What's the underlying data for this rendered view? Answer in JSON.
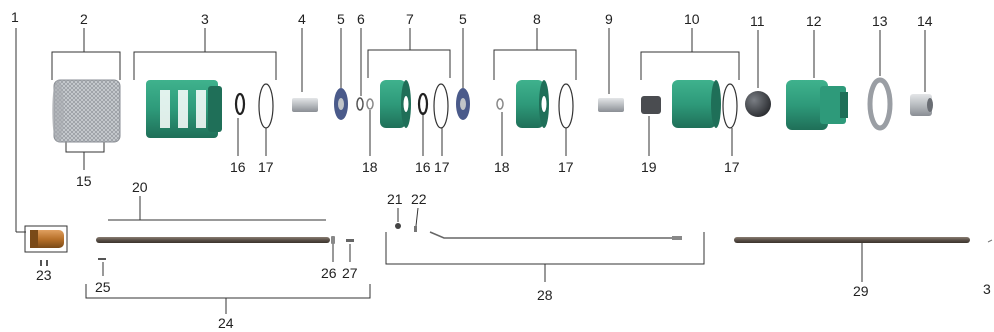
{
  "diagram": {
    "callouts": [
      "1",
      "2",
      "3",
      "4",
      "5",
      "6",
      "7",
      "5",
      "8",
      "9",
      "10",
      "11",
      "12",
      "13",
      "14",
      "15",
      "16",
      "17",
      "18",
      "16",
      "17",
      "18",
      "17",
      "19",
      "17",
      "20",
      "21",
      "22",
      "23",
      "24",
      "25",
      "26",
      "27",
      "28",
      "29",
      "3"
    ]
  },
  "colors": {
    "green": "#2e9a7a",
    "green_dark": "#1f6f58",
    "green_light": "#4dbb97",
    "steel": "#b8bcc0",
    "steel_dark": "#7a7e84",
    "rod": "#5a5048",
    "brass": "#b8712a",
    "navy": "#1a2a5a",
    "line": "#333333"
  }
}
